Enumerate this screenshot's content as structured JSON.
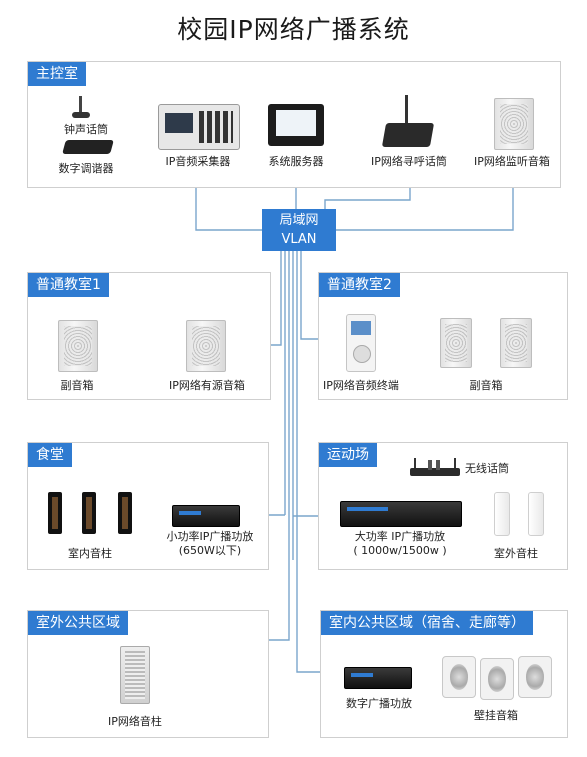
{
  "title": "校园IP网络广播系统",
  "vlan": {
    "line1": "局域网",
    "line2": "VLAN"
  },
  "colors": {
    "header_bg": "#2f7bd1",
    "line_blue": "#7aa6cc",
    "line_green": "#4caf50",
    "line_red": "#d9302b"
  },
  "main_room": {
    "header": "主控室",
    "labels": {
      "bell_mic": "钟声话筒",
      "digital_mixer": "数字调谐器",
      "ip_audio_collector": "IP音频采集器",
      "system_server": "系统服务器",
      "ip_paging_mic": "IP网络寻呼话筒",
      "ip_monitor_speaker": "IP网络监听音箱"
    }
  },
  "classroom1": {
    "header": "普通教室1",
    "labels": {
      "sub_speaker": "副音箱",
      "ip_active_speaker": "IP网络有源音箱"
    }
  },
  "classroom2": {
    "header": "普通教室2",
    "labels": {
      "ip_audio_terminal": "IP网络音频终端",
      "sub_speaker": "副音箱"
    }
  },
  "canteen": {
    "header": "食堂",
    "labels": {
      "indoor_column": "室内音柱",
      "small_amp_line1": "小功率IP广播功放",
      "small_amp_line2": "(650W以下)"
    }
  },
  "sports": {
    "header": "运动场",
    "labels": {
      "wireless_mic": "无线话筒",
      "big_amp_line1": "大功率 IP广播功放",
      "big_amp_line2": "( 1000w/1500w )",
      "outdoor_column": "室外音柱"
    }
  },
  "outdoor_public": {
    "header": "室外公共区域",
    "labels": {
      "ip_column": "IP网络音柱"
    }
  },
  "indoor_public": {
    "header": "室内公共区域（宿舍、走廊等）",
    "labels": {
      "digital_amp": "数字广播功放",
      "wall_speaker": "壁挂音箱"
    }
  }
}
